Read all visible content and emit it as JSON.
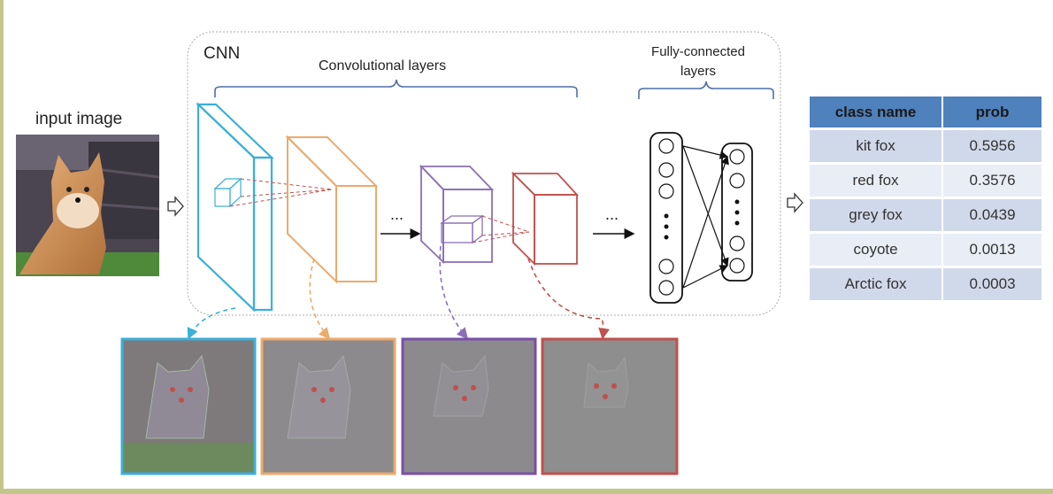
{
  "input_label": "input image",
  "cnn_label": "CNN",
  "conv_label": "Convolutional layers",
  "fc_label_line1": "Fully-connected",
  "fc_label_line2": "layers",
  "ellipsis": "...",
  "table": {
    "headers": [
      "class name",
      "prob"
    ],
    "rows": [
      {
        "name": "kit fox",
        "prob": "0.5956"
      },
      {
        "name": "red fox",
        "prob": "0.3576"
      },
      {
        "name": "grey fox",
        "prob": "0.0439"
      },
      {
        "name": "coyote",
        "prob": "0.0013"
      },
      {
        "name": "Arctic fox",
        "prob": "0.0003"
      }
    ]
  },
  "colors": {
    "layer1": "#3bb0d8",
    "layer2": "#ecaa6b",
    "layer3": "#8a70b8",
    "layer4": "#c0504d",
    "table_header": "#4f81bd",
    "frame_border": "#c3c68a"
  }
}
